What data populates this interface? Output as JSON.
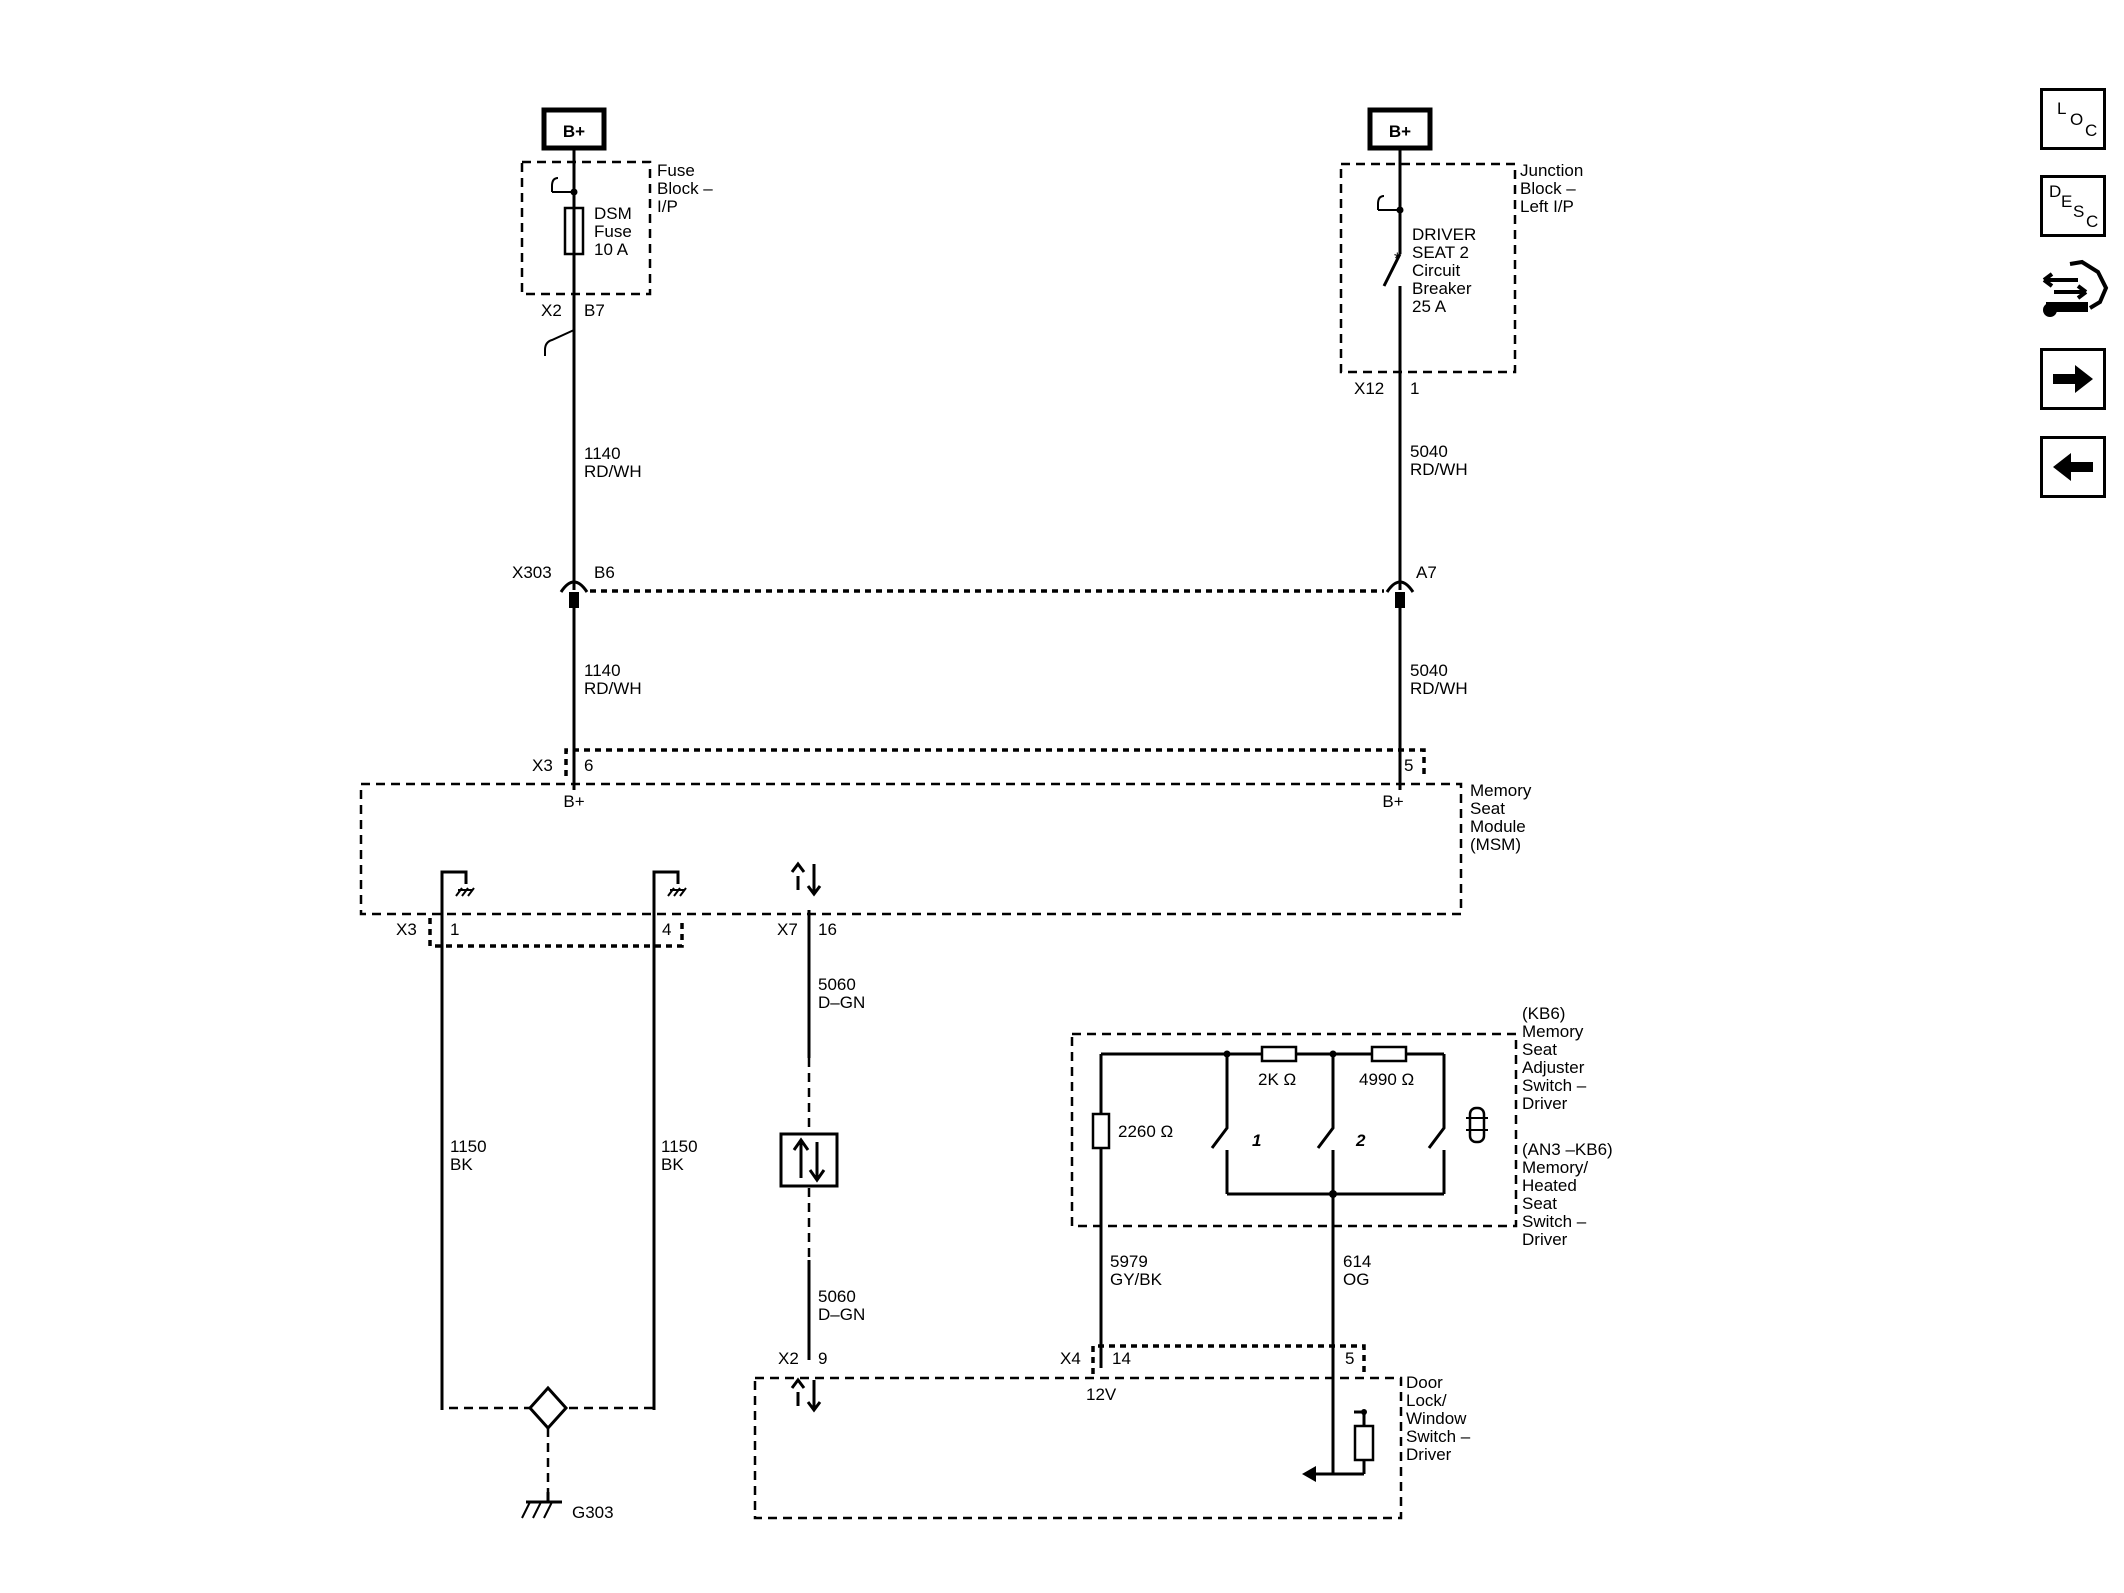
{
  "power": {
    "left_label": "B+",
    "right_label": "B+"
  },
  "fuse_block": {
    "name_lines": [
      "Fuse",
      "Block –",
      "I/P"
    ],
    "fuse_lines": [
      "DSM",
      "Fuse",
      "10 A"
    ],
    "connector": "X2",
    "pin": "B7"
  },
  "junction_block": {
    "name_lines": [
      "Junction",
      "Block –",
      "Left I/P"
    ],
    "breaker_lines": [
      "DRIVER",
      "SEAT 2",
      "Circuit",
      "Breaker",
      "25 A"
    ],
    "connector": "X12",
    "pin": "1"
  },
  "wires": {
    "w1140_top": [
      "1140",
      "RD/WH"
    ],
    "w5040_top": [
      "5040",
      "RD/WH"
    ],
    "w1140_bot": [
      "1140",
      "RD/WH"
    ],
    "w5040_bot": [
      "5040",
      "RD/WH"
    ],
    "w1150_left": [
      "1150",
      "BK"
    ],
    "w1150_right": [
      "1150",
      "BK"
    ],
    "w5060_top": [
      "5060",
      "D–GN"
    ],
    "w5060_bot": [
      "5060",
      "D–GN"
    ],
    "w5979": [
      "5979",
      "GY/BK"
    ],
    "w614": [
      "614",
      "OG"
    ]
  },
  "inline_connector": {
    "name": "X303",
    "pin_left": "B6",
    "pin_right": "A7"
  },
  "msm": {
    "name_lines": [
      "Memory",
      "Seat",
      "Module",
      "(MSM)"
    ],
    "top_connector": "X3",
    "pin_top_left": "6",
    "pin_top_right": "5",
    "bplus_left": "B+",
    "bplus_right": "B+",
    "bottom_connector": "X3",
    "pin_bottom_1": "1",
    "pin_bottom_4": "4",
    "data_connector": "X7",
    "data_pin": "16"
  },
  "ground": {
    "label": "G303"
  },
  "seat_switch": {
    "name_lines_1": [
      "(KB6)",
      "Memory",
      "Seat",
      "Adjuster",
      "Switch –",
      "Driver"
    ],
    "name_lines_2": [
      "(AN3 –KB6)",
      "Memory/",
      "Heated",
      "Seat",
      "Switch –",
      "Driver"
    ],
    "r1": "2260 Ω",
    "r2": "2K Ω",
    "r3": "4990 Ω",
    "sw1": "1",
    "sw2": "2"
  },
  "door_switch": {
    "name_lines": [
      "Door",
      "Lock/",
      "Window",
      "Switch –",
      "Driver"
    ],
    "connector_x2": "X2",
    "pin_9": "9",
    "connector_x4": "X4",
    "pin_14": "14",
    "pin_5": "5",
    "voltage": "12V"
  },
  "nav": {
    "loc": [
      "L",
      "O",
      "C"
    ],
    "desc": [
      "D",
      "E",
      "S",
      "C"
    ]
  }
}
